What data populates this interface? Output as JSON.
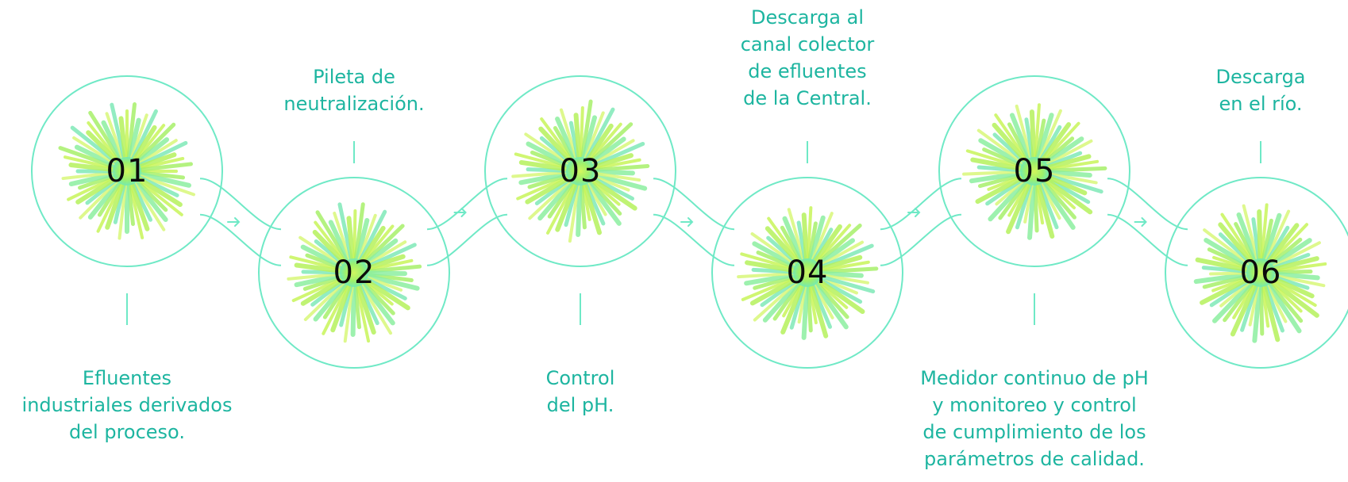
{
  "colors": {
    "line": "#6fe9c6",
    "text": "#1db5a0",
    "burst_a": "#b7f34c",
    "burst_b": "#6ff3b0",
    "number": "#0b0b0b"
  },
  "steps": [
    {
      "number": "01",
      "caption": "Efluentes\nindustriales derivados\ndel proceso."
    },
    {
      "number": "02",
      "caption": "Pileta de\nneutralización."
    },
    {
      "number": "03",
      "caption": "Control\ndel pH."
    },
    {
      "number": "04",
      "caption": "Descarga al\ncanal colector\nde efluentes\nde la Central."
    },
    {
      "number": "05",
      "caption": "Medidor continuo de pH\ny monitoreo y control\nde cumplimiento de los\nparámetros de calidad."
    },
    {
      "number": "06",
      "caption": "Descarga\nen el río."
    }
  ]
}
